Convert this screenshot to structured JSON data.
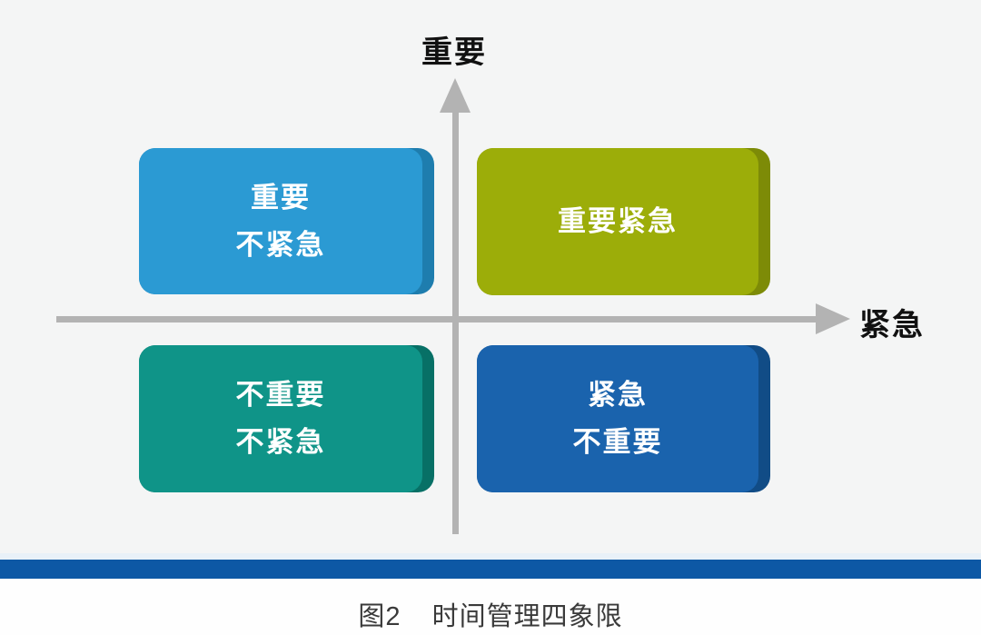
{
  "figure": {
    "axes": {
      "y_label": "重要",
      "x_label": "紧急",
      "axis_color": "#b3b3b3"
    },
    "quadrants": {
      "top_left": {
        "lines": [
          "重要",
          "不紧急"
        ],
        "color": "#2b9ad3",
        "edge_color": "#1e7dae"
      },
      "top_right": {
        "lines": [
          "重要紧急"
        ],
        "color": "#9cad09",
        "edge_color": "#7d8b07"
      },
      "bottom_left": {
        "lines": [
          "不重要",
          "不紧急"
        ],
        "color": "#0f9488",
        "edge_color": "#077066"
      },
      "bottom_right": {
        "lines": [
          "紧急",
          "不重要"
        ],
        "color": "#1a63ad",
        "edge_color": "#114c86"
      }
    },
    "divider_bar_color": "#0d58a5",
    "caption": {
      "label": "图2",
      "title": "时间管理四象限"
    }
  }
}
